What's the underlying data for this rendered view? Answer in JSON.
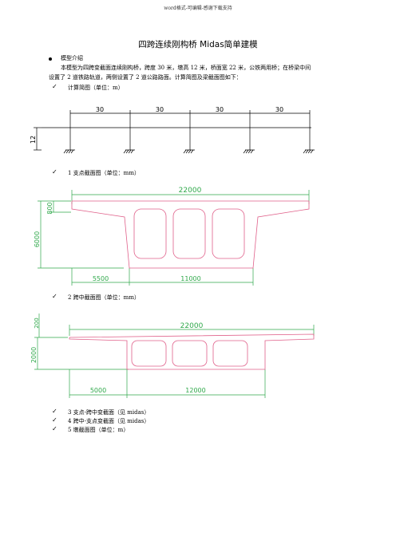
{
  "header_note": "word格式-可编辑-感谢下载支持",
  "title": "四跨连续刚构桥 Midas简单建模",
  "section_heading": "模型介绍",
  "intro_line1": "本模型为四跨变截面连续刚构桥，跨度 30 米，墩高 12 米，桥面宽 22 米，公铁两用桥；在桥梁中间",
  "intro_line2": "设置了 2 道铁路轨道，两侧设置了 2 道公路路面。计算简图及梁截面图如下：",
  "list": [
    "计算简图（单位：m）",
    "1 支点截面图（单位：mm）",
    "2 跨中截面图（单位：mm）",
    "3 支点-跨中变截面（见 midas）",
    "4 跨中-支点变截面（见 midas）",
    "5 墩截面图（单位：m）"
  ],
  "fig1": {
    "spans": [
      "30",
      "30",
      "30",
      "30"
    ],
    "pier_height": "12"
  },
  "fig2": {
    "width": "22000",
    "depth": "6000",
    "flange": "800",
    "left": "5500",
    "bottom": "11000"
  },
  "fig3": {
    "width": "22000",
    "depth": "2000",
    "flange": "200",
    "left": "5000",
    "bottom": "12000"
  },
  "colors": {
    "dim": "#2fa84a",
    "section": "#e0608a",
    "pier": "#000000"
  }
}
